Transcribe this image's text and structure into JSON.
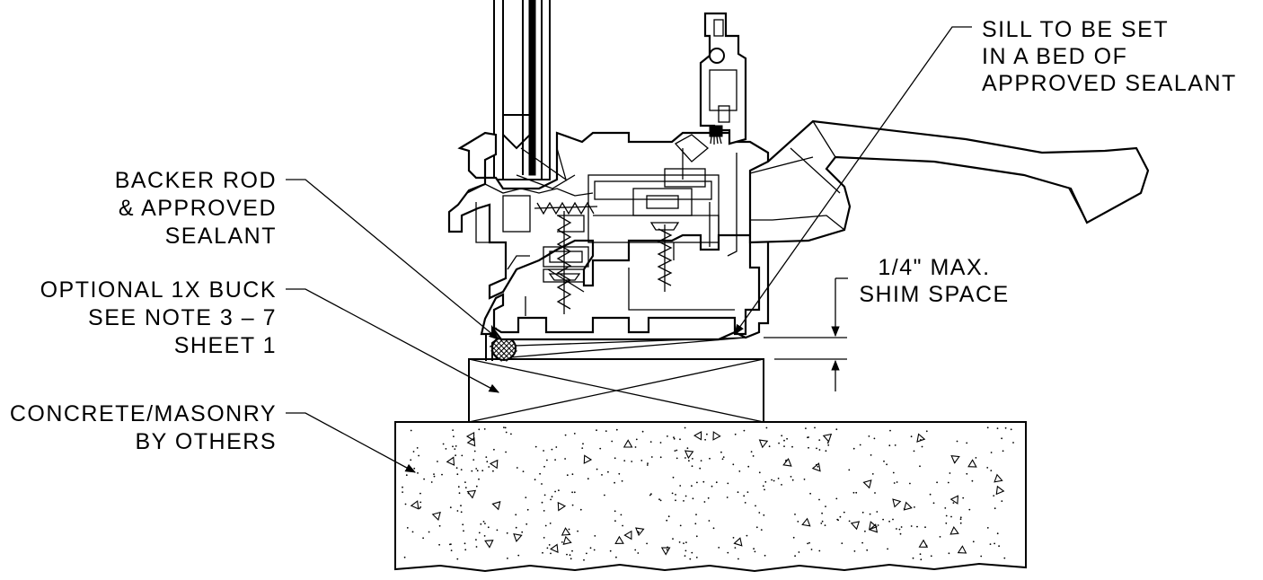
{
  "callouts": {
    "sill": [
      "SILL TO BE SET",
      "IN A BED OF",
      "APPROVED SEALANT"
    ],
    "backer": [
      "BACKER ROD",
      "& APPROVED",
      "SEALANT"
    ],
    "buck": [
      "OPTIONAL 1X BUCK",
      "SEE NOTE 3 – 7",
      "SHEET 1"
    ],
    "concrete": [
      "CONCRETE/MASONRY",
      "BY OTHERS"
    ],
    "shim": [
      "1/4\" MAX.",
      "SHIM SPACE"
    ]
  },
  "colors": {
    "line": "#000000",
    "background": "#ffffff"
  }
}
